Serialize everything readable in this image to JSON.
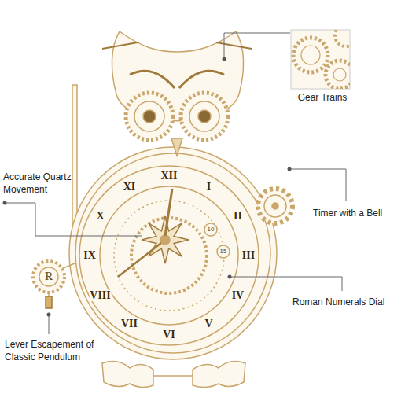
{
  "diagram": {
    "labels": [
      "Gear Trains",
      "Accurate Quartz Movement",
      "Timer with a Bell",
      "Roman Numerals Dial",
      "Lever Escapement of Classic Pendulum",
      "XII",
      "I",
      "II",
      "III",
      "IV",
      "V",
      "VI",
      "VII",
      "VIII",
      "IX",
      "X",
      "XI",
      "10",
      "15",
      "R"
    ]
  }
}
